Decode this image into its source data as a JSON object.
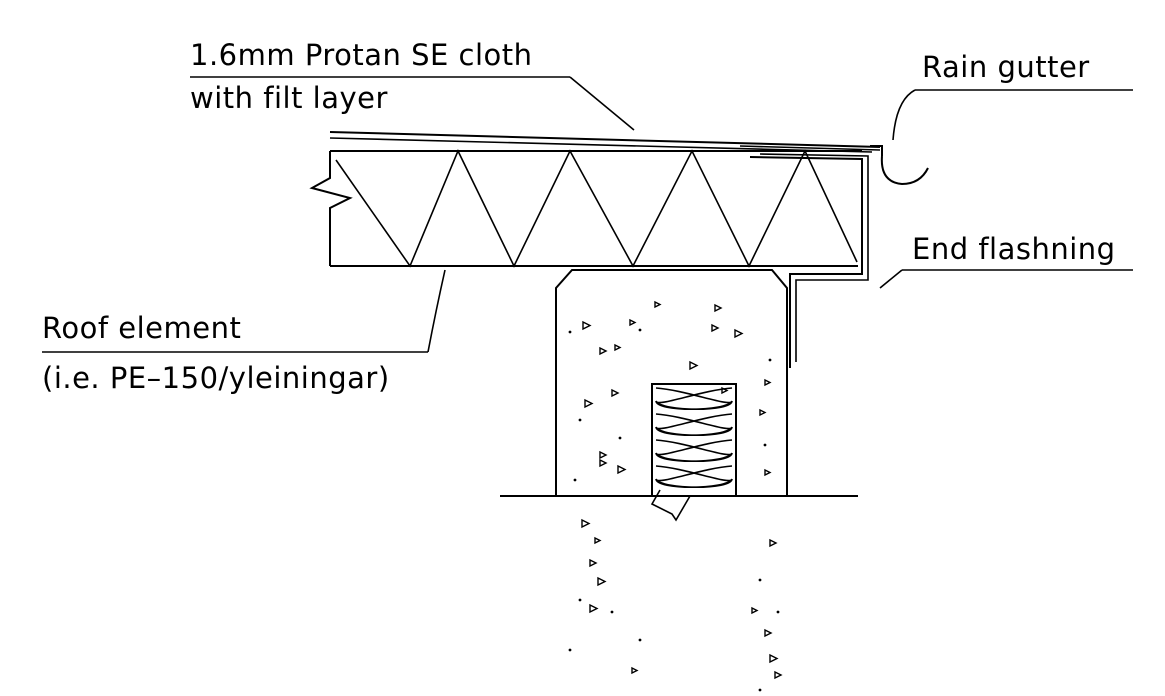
{
  "labels": {
    "cloth_line1": "1.6mm Protan SE cloth",
    "cloth_line2": "with filt layer",
    "rain_gutter": "Rain gutter",
    "end_flashing": "End flashning",
    "roof_line1": "Roof element",
    "roof_line2": "(i.e. PE–150/yleiningar)"
  },
  "colors": {
    "ink": "#000000",
    "background": "#ffffff"
  }
}
